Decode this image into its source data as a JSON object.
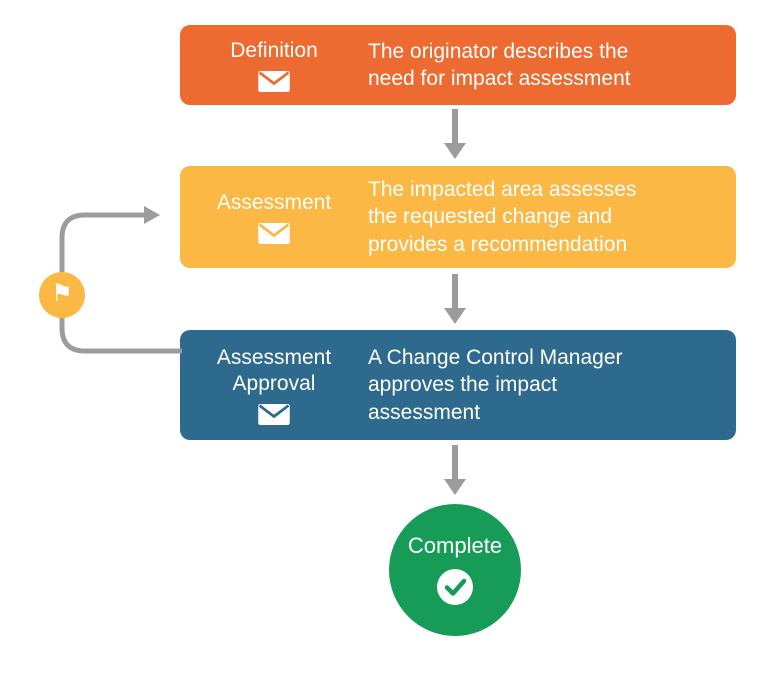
{
  "diagram": {
    "steps": [
      {
        "title": "Definition",
        "description": "The originator describes the need for impact assessment",
        "color": "#ED6B30"
      },
      {
        "title": "Assessment",
        "description": "The impacted area assesses the requested change and provides a recommendation",
        "color": "#FBB845"
      },
      {
        "title": "Assessment Approval",
        "description": "A Change Control Manager approves the impact assessment",
        "color": "#2E6A8D"
      }
    ],
    "complete": {
      "label": "Complete",
      "color": "#179C57"
    },
    "arrow_color": "#9C9C9C",
    "loop_badge_color": "#FBB845",
    "icon_names": {
      "step_icon": "envelope-icon",
      "loop_icon": "flag-icon",
      "complete_icon": "check-icon"
    }
  }
}
